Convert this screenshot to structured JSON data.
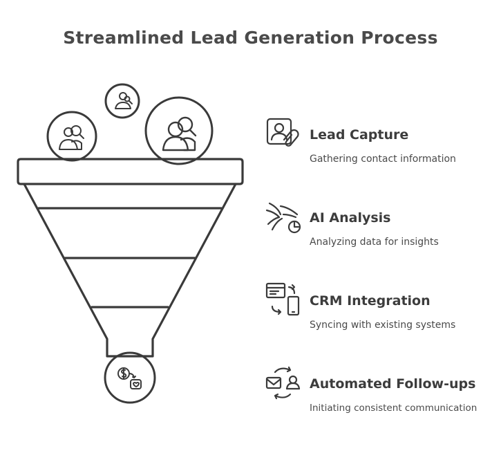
{
  "title": "Streamlined Lead Generation Process",
  "steps": [
    {
      "title": "Lead Capture",
      "desc": "Gathering contact information",
      "icon": "contact-card-icon"
    },
    {
      "title": "AI Analysis",
      "desc": "Analyzing data for insights",
      "icon": "ai-analysis-icon"
    },
    {
      "title": "CRM Integration",
      "desc": "Syncing with existing systems",
      "icon": "crm-sync-icon"
    },
    {
      "title": "Automated Follow-ups",
      "desc": "Initiating consistent communication",
      "icon": "follow-up-icon"
    }
  ],
  "colors": {
    "stroke": "#3a3a3a",
    "text": "#3c3c3c"
  }
}
